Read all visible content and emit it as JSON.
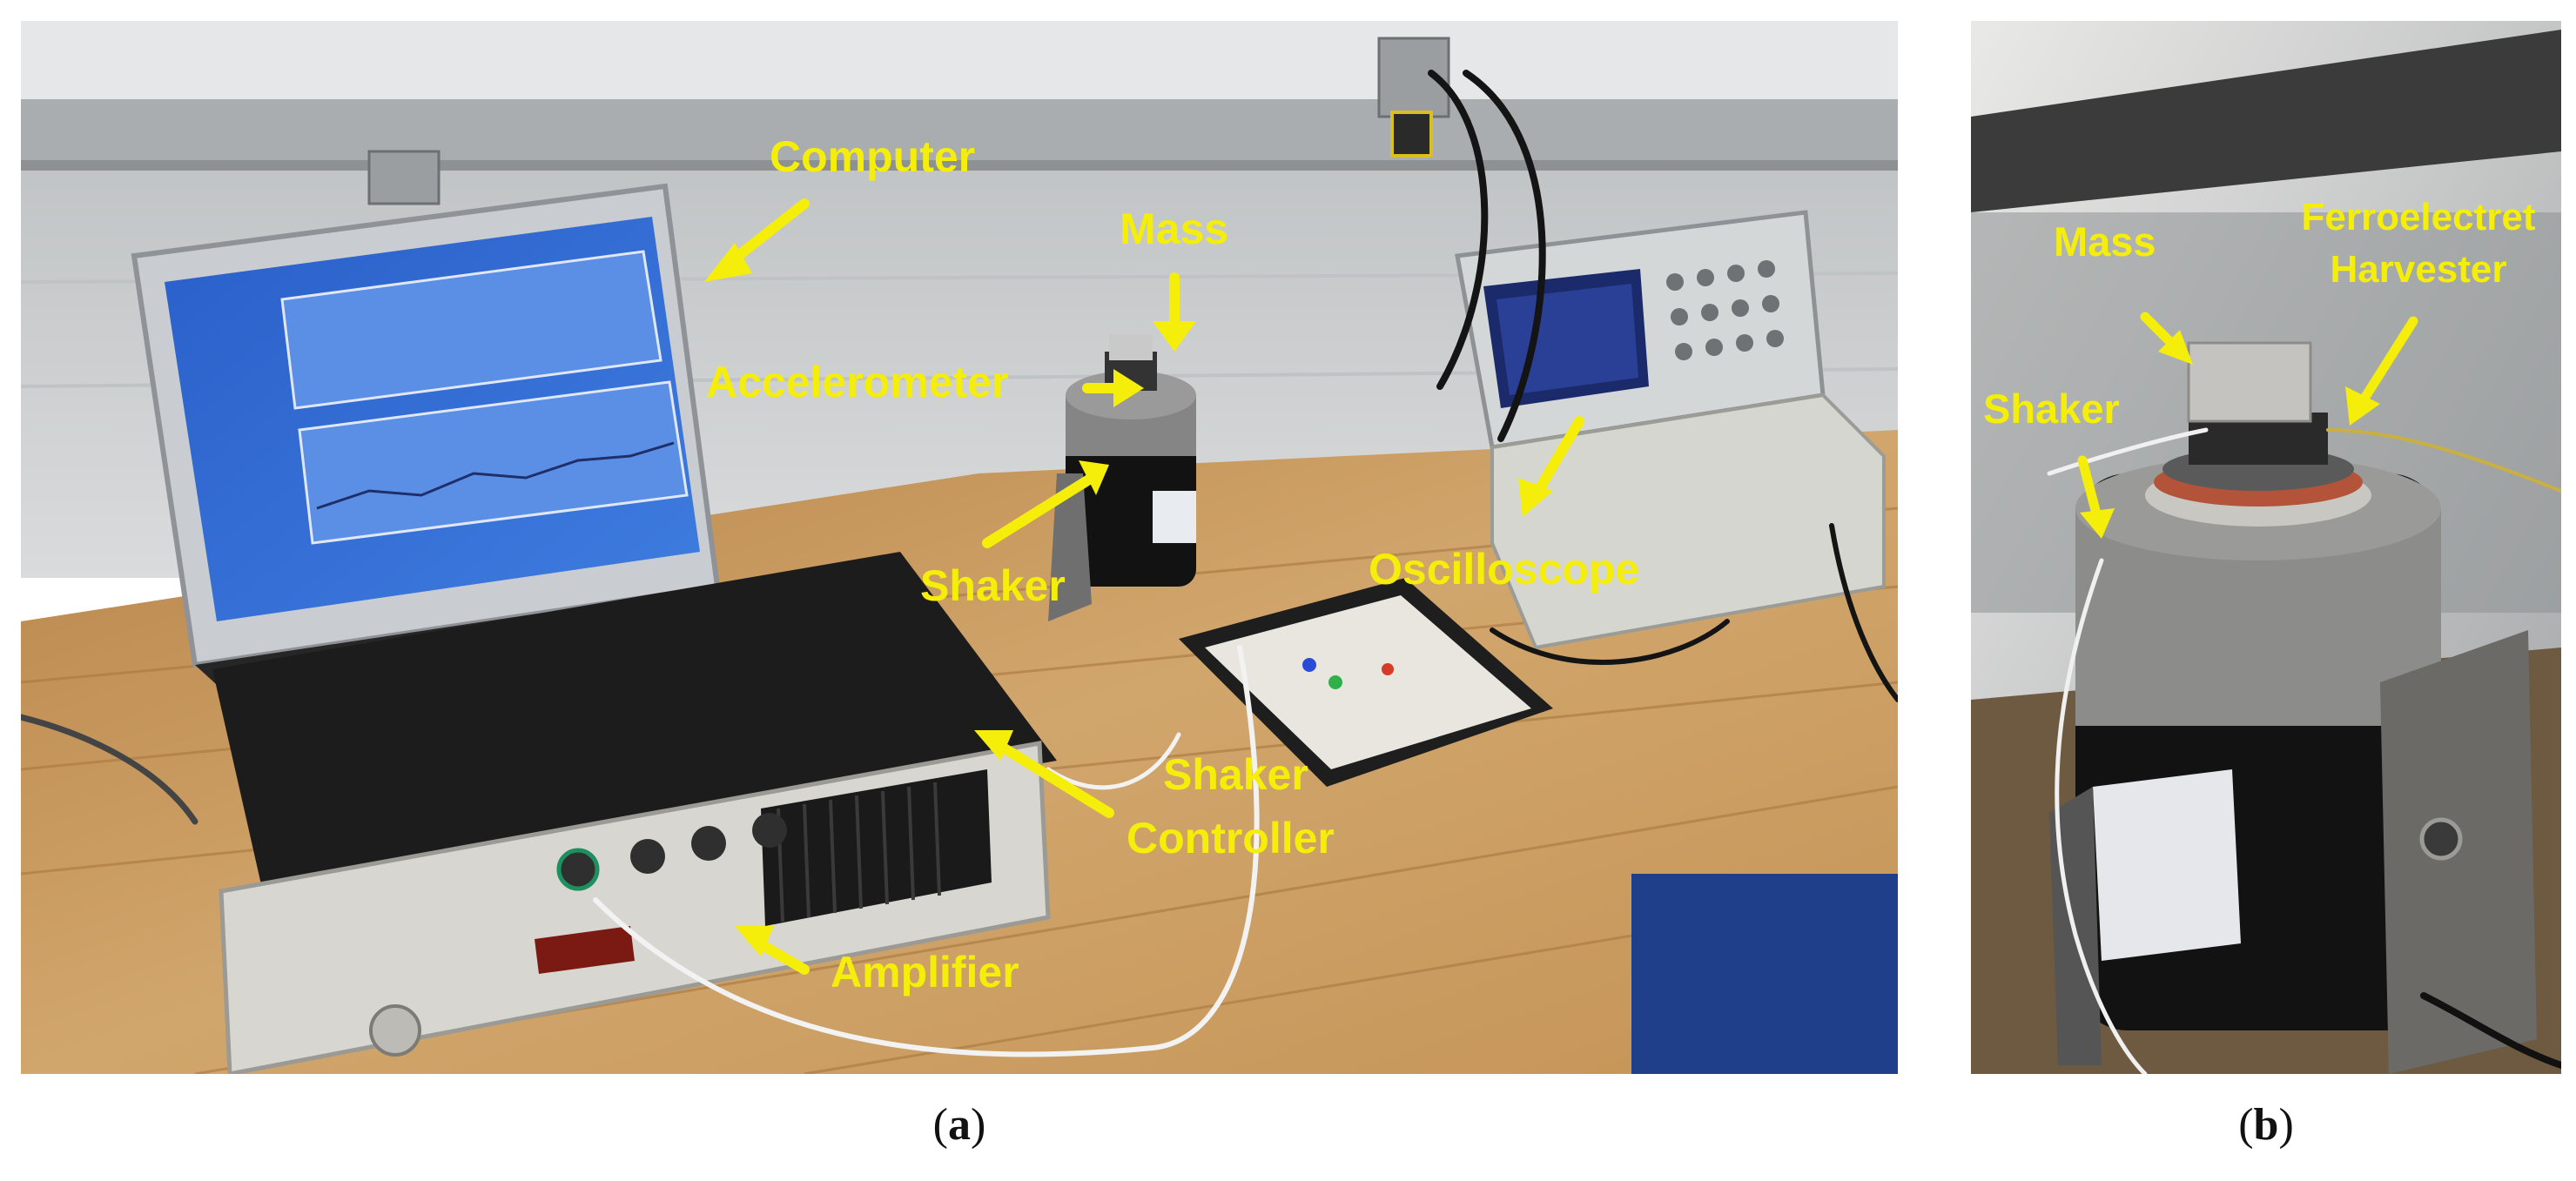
{
  "panel_a": {
    "labels": {
      "computer": "Computer",
      "mass": "Mass",
      "accelerometer": "Accelerometer",
      "shaker": "Shaker",
      "oscilloscope": "Oscilloscope",
      "shaker_controller_line1": "Shaker",
      "shaker_controller_line2": "Controller",
      "amplifier": "Amplifier"
    },
    "caption_letter": "a"
  },
  "panel_b": {
    "labels": {
      "mass": "Mass",
      "shaker": "Shaker",
      "harvester_line1": "Ferroelectret",
      "harvester_line2": "Harvester"
    },
    "caption_letter": "b"
  },
  "colors": {
    "label_yellow": "#f5ee0a",
    "wood": "#c99a5e",
    "wall": "#cfd2d4"
  }
}
